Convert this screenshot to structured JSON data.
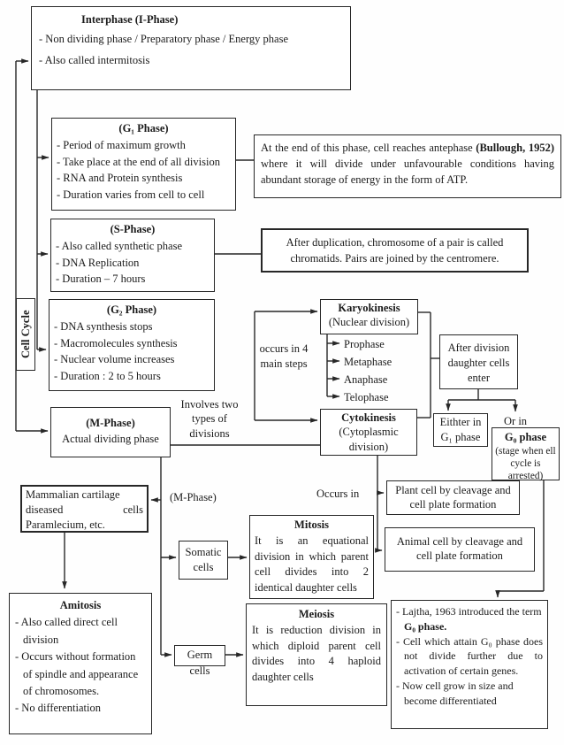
{
  "interphase": {
    "title": "Interphase (I-Phase)",
    "bullets": [
      "- Non dividing phase / Preparatory phase / Energy phase",
      "- Also called intermitosis"
    ]
  },
  "g1": {
    "title": "(G₁ Phase)",
    "bullets": [
      "- Period of maximum growth",
      "- Take place at the end of all division",
      "- RNA and Protein synthesis",
      "- Duration varies from cell to cell"
    ]
  },
  "antephase_note": {
    "pre": "At the end of this phase, cell reaches antephase ",
    "bold": "(Bullough, 1952)",
    "post": " where it will divide under unfavourable conditions having abundant storage of energy in the form of ATP."
  },
  "s": {
    "title": "(S-Phase)",
    "bullets": [
      "- Also called synthetic phase",
      "- DNA Replication",
      "- Duration – 7 hours"
    ]
  },
  "chromatid_note": "After duplication, chromosome of a pair is called chromatids. Pairs are joined by the centromere.",
  "g2": {
    "title": "(G₂ Phase)",
    "bullets": [
      "- DNA synthesis stops",
      "- Macromolecules synthesis",
      "- Nuclear volume increases",
      "- Duration : 2 to 5 hours"
    ]
  },
  "cell_cycle": "Cell Cycle",
  "m": {
    "title": "(M-Phase)",
    "subtitle": "Actual dividing phase"
  },
  "involves": "Involves two types of divisions",
  "occurs_steps": "occurs in 4 main steps",
  "karyokinesis": {
    "title": "Karyokinesis",
    "subtitle": "(Nuclear division)",
    "steps": [
      "Prophase",
      "Metaphase",
      "Anaphase",
      "Telophase"
    ]
  },
  "cytokinesis": {
    "title": "Cytokinesis",
    "subtitle": "(Cytoplasmic division)"
  },
  "after_division": "After division daughter cells enter",
  "either_g1": "Eithter in G₁ phase",
  "or_in": "Or in",
  "g0_box": {
    "title": "G₀ phase",
    "note": "(stage when ell cycle is arrested)"
  },
  "occurs_in": "Occurs in",
  "plant": "Plant cell by cleavage and cell plate formation",
  "animal": "Animal cell by cleavage and cell plate formation",
  "m_ref": "(M-Phase)",
  "mammalian": {
    "l1": "Mammalian cartilage",
    "l2a": "diseased",
    "l2b": "cells",
    "l3": "Paramlecium, etc."
  },
  "somatic": "Somatic cells",
  "germ": "Germ cells",
  "mitosis": {
    "title": "Mitosis",
    "body": "It is an equational division in which parent cell divides into 2 identical daughter cells"
  },
  "meiosis": {
    "title": "Meiosis",
    "body": "It is reduction division in which diploid parent cell divides into 4 haploid daughter cells"
  },
  "amitosis": {
    "title": "Amitosis",
    "bullets": [
      "- Also called direct cell division",
      "- Occurs without formation of spindle and appearance of chromosomes.",
      "- No differentiation"
    ]
  },
  "g0_note": {
    "b1_pre": "- Lajtha, 1963 introduced the term ",
    "b1_bold": "G₀ phase.",
    "b2": "- Cell which attain G₀ phase does not divide further due to activation of certain genes.",
    "b3": "- Now cell grow in size and become differentiated"
  }
}
